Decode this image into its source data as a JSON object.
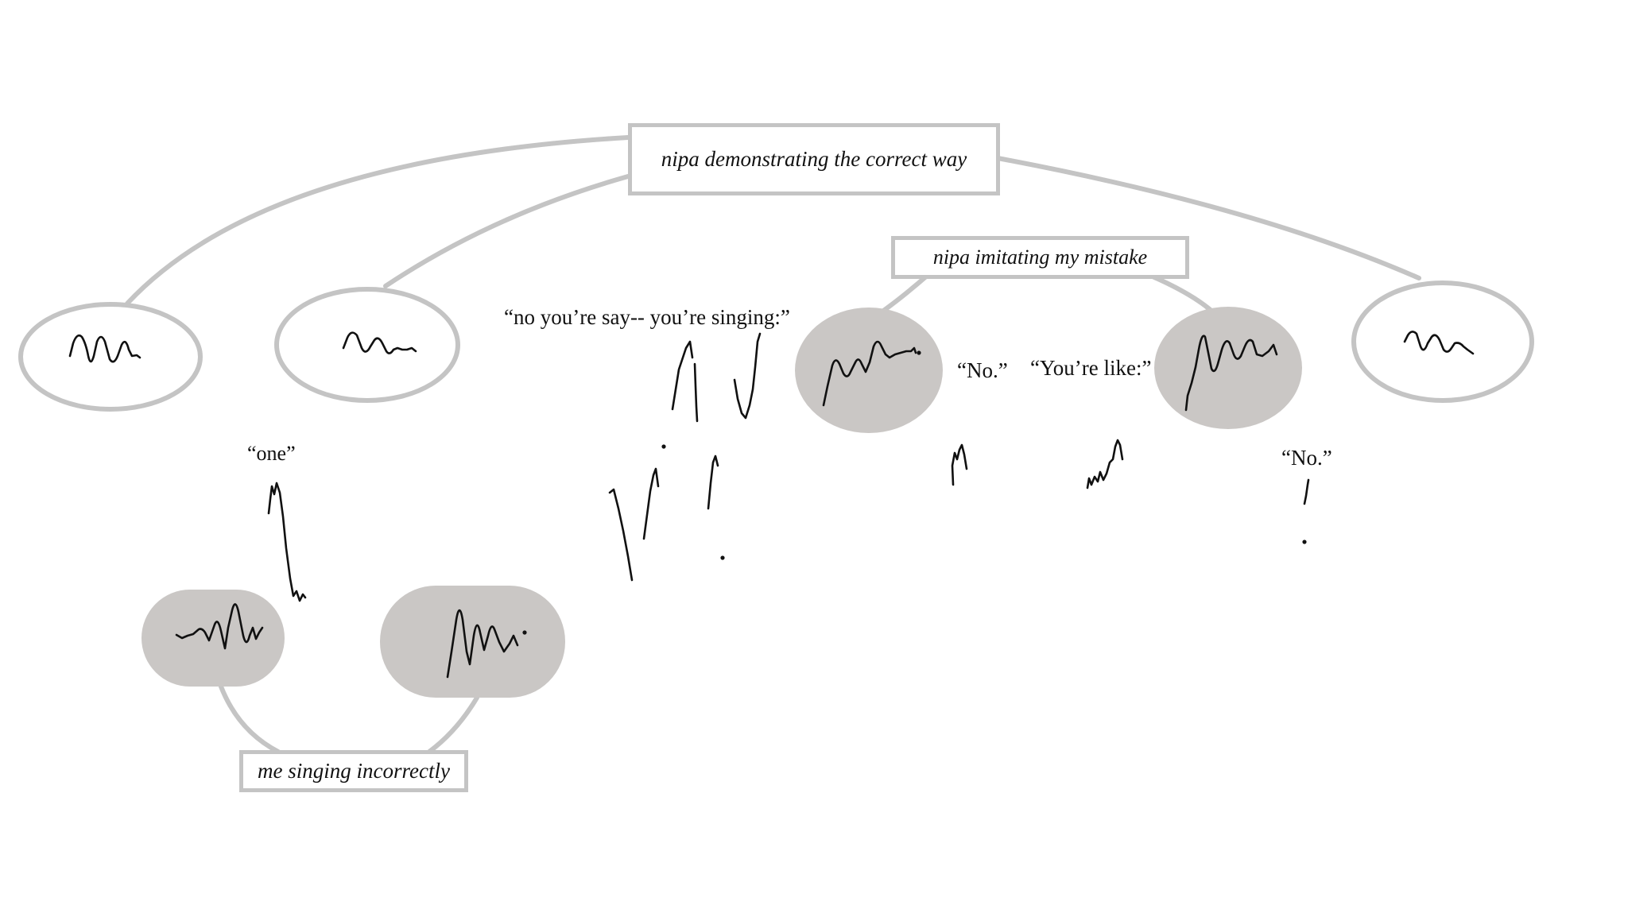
{
  "labels": {
    "correct_way": "nipa demonstrating the correct way",
    "imitating_mistake": "nipa imitating my mistake",
    "singing_incorrectly": "me singing incorrectly"
  },
  "quotes": {
    "one": "“one”",
    "no_youre_say": "“no you’re say-- you’re singing:”",
    "no_1": "“No.”",
    "youre_like": "“You’re like:”",
    "no_2": "“No.”"
  },
  "colors": {
    "outline": "#c4c4c4",
    "filled_node": "#cac7c5",
    "stroke": "#111111"
  }
}
